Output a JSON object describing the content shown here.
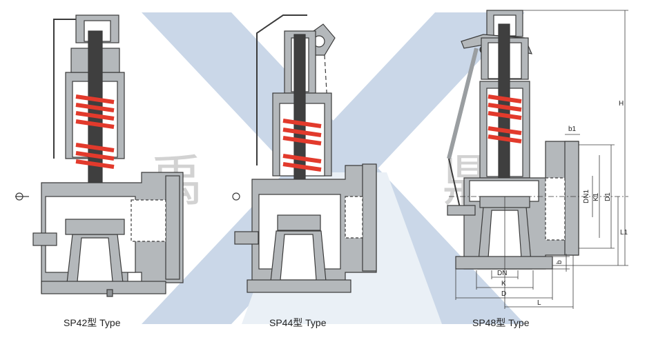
{
  "captions": [
    "SP42型 Type",
    "SP44型 Type",
    "SP48型 Type"
  ],
  "watermark": {
    "chars": [
      "禹",
      "鼎"
    ]
  },
  "dimensions": {
    "H": "H",
    "b1": "b1",
    "DN1": "DN1",
    "K1": "K1",
    "D1": "D1",
    "L1": "L1",
    "b": "b",
    "DN": "DN",
    "K": "K",
    "D": "D",
    "L": "L"
  },
  "colors": {
    "body": "#b4b8bb",
    "body_dark": "#8f9396",
    "outline": "#3a3a3a",
    "spring": "#e23a2c",
    "watermark_blue": "#9fb8d6",
    "watermark_light": "#d9e4ef"
  }
}
